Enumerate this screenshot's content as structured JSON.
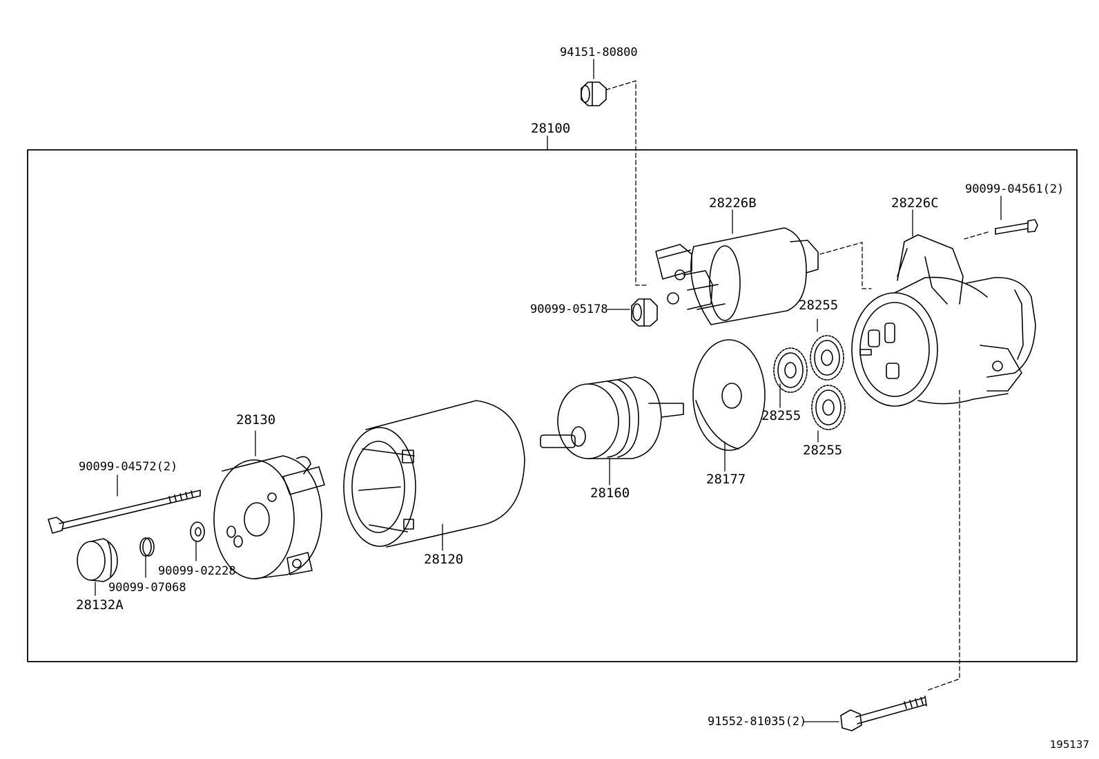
{
  "diagram": {
    "id": "195137",
    "assembly_label": "28100",
    "parts": {
      "nut_top": "94151-80800",
      "solenoid": "28226B",
      "housing": "28226C",
      "screw_top_right": "90099-04561(2)",
      "nut_terminal": "90099-05178",
      "gear_upper": "28255",
      "gear_left": "28255",
      "gear_lower": "28255",
      "plate": "28177",
      "armature": "28160",
      "yoke": "28120",
      "end_frame": "28130",
      "through_bolt": "90099-04572(2)",
      "cap": "28132A",
      "clip": "90099-07068",
      "washer": "90099-02228",
      "bolt_bottom": "91552-81035(2)"
    }
  },
  "colors": {
    "line": "#000000",
    "background": "#ffffff"
  }
}
